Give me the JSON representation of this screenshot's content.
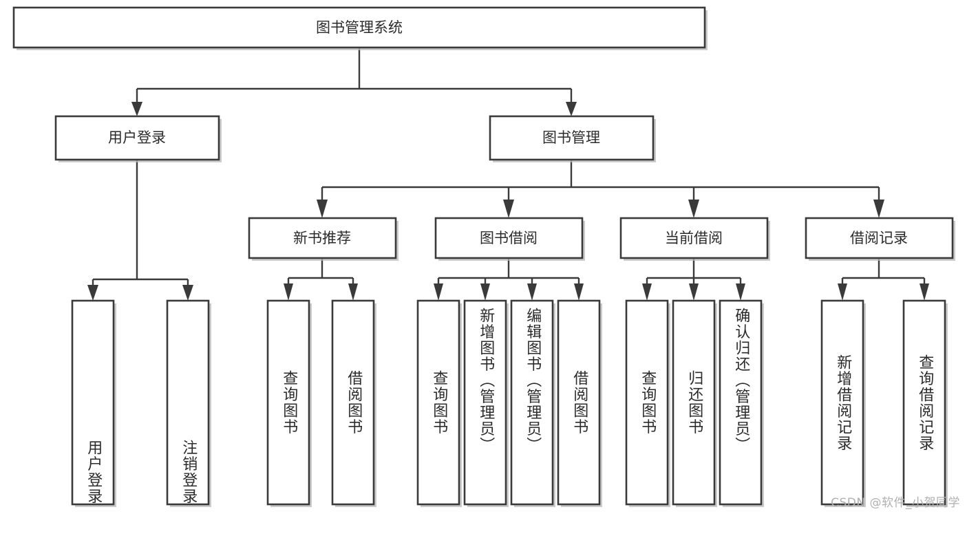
{
  "diagram": {
    "type": "tree",
    "title": "图书管理系统",
    "orientation": "top-down",
    "watermark": "CSDN @软件_小贺同学",
    "colors": {
      "background": "#ffffff",
      "box_fill": "#ffffff",
      "box_stroke": "#3a3a3a",
      "connector": "#3a3a3a",
      "text": "#2b2b2b",
      "watermark": "#b0b0b0"
    },
    "nodes": {
      "root": {
        "label": "图书管理系统"
      },
      "level1": [
        {
          "label": "用户登录"
        },
        {
          "label": "图书管理"
        }
      ],
      "level2": [
        {
          "label": "新书推荐"
        },
        {
          "label": "图书借阅"
        },
        {
          "label": "当前借阅"
        },
        {
          "label": "借阅记录"
        }
      ],
      "leaves": {
        "user_login": [
          {
            "label": "用户登录"
          },
          {
            "label": "注销登录"
          }
        ],
        "new_book": [
          {
            "label": "查询图书"
          },
          {
            "label": "借阅图书"
          }
        ],
        "book_borrow": [
          {
            "label": "查询图书"
          },
          {
            "label": "新增图书（管理员）"
          },
          {
            "label": "编辑图书（管理员）"
          },
          {
            "label": "借阅图书"
          }
        ],
        "current_borrow": [
          {
            "label": "查询图书"
          },
          {
            "label": "归还图书"
          },
          {
            "label": "确认归还（管理员）"
          }
        ],
        "borrow_record": [
          {
            "label": "新增借阅记录"
          },
          {
            "label": "查询借阅记录"
          }
        ]
      }
    }
  }
}
